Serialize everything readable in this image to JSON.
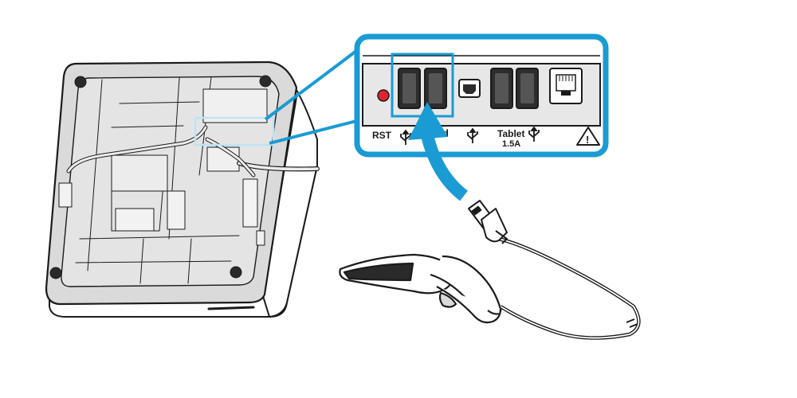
{
  "colors": {
    "callout_accent": "#1a9bd4",
    "arrow": "#1a9bd4",
    "outline": "#1b1b1b",
    "device_fill": "#ffffff",
    "device_shade": "#d9d9d9",
    "panel_fill": "#e9e9e9",
    "led": "#e3232b"
  },
  "callout": {
    "port_labels": {
      "rst": "RST",
      "usb_symbol": "⏦",
      "keyboard_partial": "d",
      "tablet": "Tablet",
      "tablet_current": "1.5A",
      "warning": "!"
    }
  },
  "icons": {
    "usb": "usb-symbol-icon",
    "warning": "warning-triangle-icon",
    "arrow": "curved-arrow-icon"
  }
}
